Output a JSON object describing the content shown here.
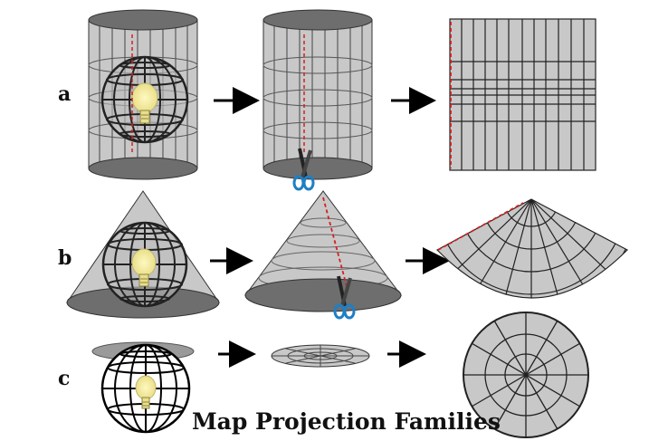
{
  "diagram": {
    "title": "Map Projection Families",
    "rows": [
      {
        "label": "a"
      },
      {
        "label": "b"
      },
      {
        "label": "c"
      }
    ]
  },
  "colors": {
    "surface_fill": "#c8c8c8",
    "surface_dark": "#6e6e6e",
    "grid_line": "#222222",
    "cut_line": "#d42020",
    "bulb_glow": "#f2eba0",
    "scissors_handle": "#1f7fc4",
    "arrow": "#000000"
  },
  "icons": {
    "light_source": "lightbulb-icon",
    "cutting_tool": "scissors-icon",
    "flow_arrow": "arrow-right-icon"
  }
}
